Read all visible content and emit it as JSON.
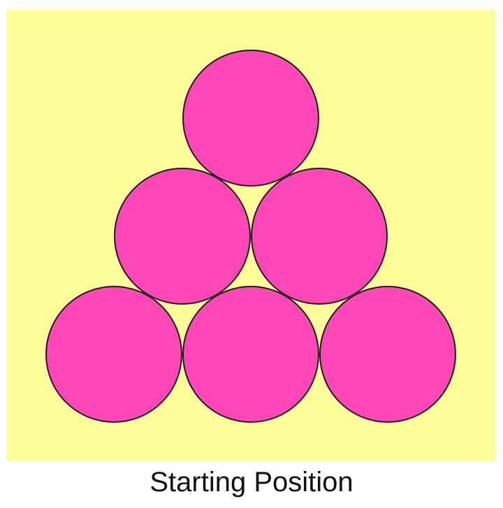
{
  "caption": "Starting Position",
  "colors": {
    "background": "#fffd99",
    "circle_fill": "#ff47b8",
    "circle_stroke": "#1a1a1a"
  },
  "arrangement": {
    "shape": "triangle",
    "rows": [
      1,
      2,
      3
    ],
    "total_circles": 6
  }
}
